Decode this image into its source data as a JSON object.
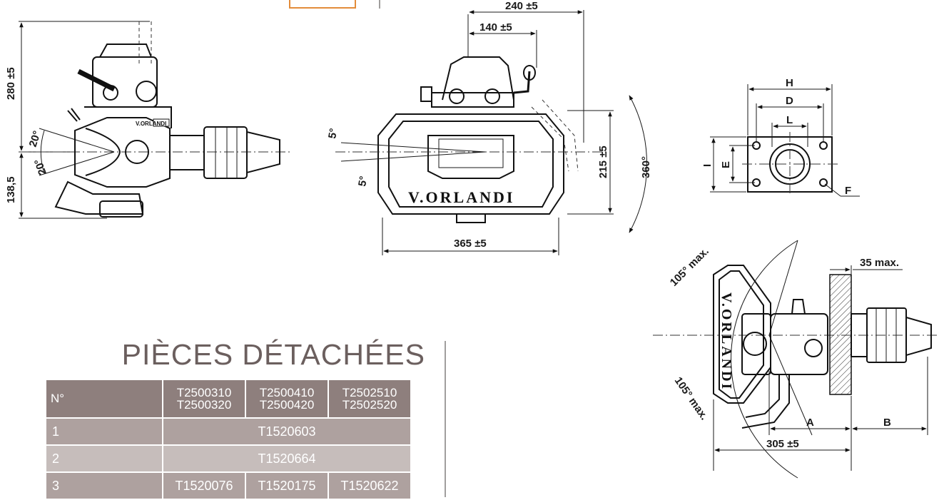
{
  "dimensions": {
    "d280": "280 ±5",
    "d138": "138,5",
    "a20_top": "20°",
    "a20_bottom": "20°",
    "d240": "240 ±5",
    "d140": "140 ±5",
    "a5_top": "5°",
    "a5_bottom": "5°",
    "d215": "215 ±5",
    "d360": "360°",
    "d365": "365 ±5",
    "H": "H",
    "D": "D",
    "L": "L",
    "I": "I",
    "E": "E",
    "F": "F",
    "a105_top": "105° max.",
    "a105_bottom": "105° max.",
    "d35": "35 max.",
    "A": "A",
    "B": "B",
    "d305": "305 ±5"
  },
  "brand": {
    "side_label": "V.ORLANDI",
    "front_label": "V.ORLANDI",
    "top_label": "V.ORLANDI"
  },
  "parts": {
    "title": "PIÈCES DÉTACHÉES",
    "header": {
      "number": "N°",
      "c1_line1": "T2500310",
      "c1_line2": "T2500320",
      "c2_line1": "T2500410",
      "c2_line2": "T2500420",
      "c3_line1": "T2502510",
      "c3_line2": "T2502520"
    },
    "rows": [
      {
        "n": "1",
        "all": "T1520603"
      },
      {
        "n": "2",
        "all": "T1520664"
      },
      {
        "n": "3",
        "c1": "T1520076",
        "c2": "T1520175",
        "c3": "T1520622"
      }
    ]
  }
}
